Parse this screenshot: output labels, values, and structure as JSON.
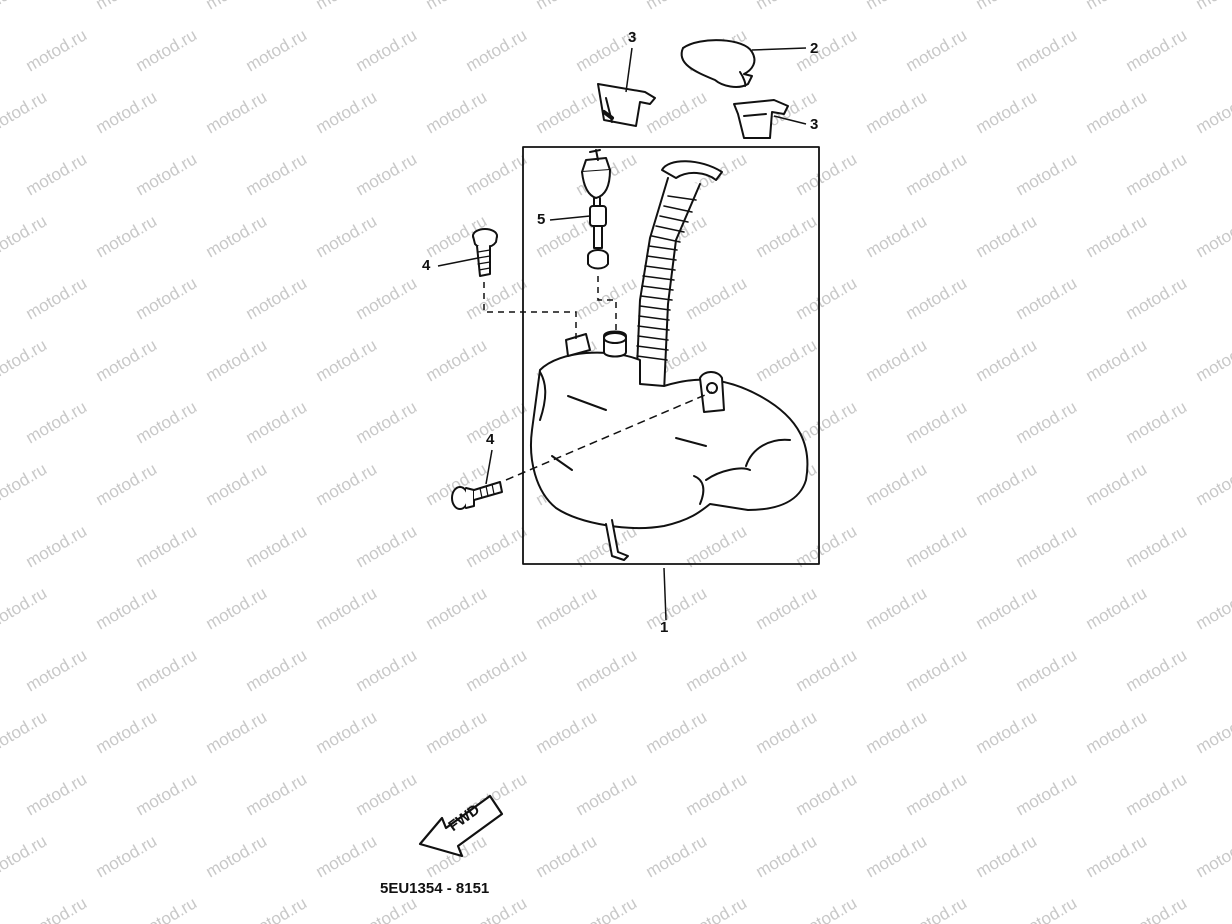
{
  "watermark": {
    "text": "motod.ru",
    "color": "#c8c8c8"
  },
  "diagram": {
    "callouts": [
      {
        "id": "c1",
        "number": "1"
      },
      {
        "id": "c2",
        "number": "2"
      },
      {
        "id": "c3a",
        "number": "3"
      },
      {
        "id": "c3b",
        "number": "3"
      },
      {
        "id": "c4a",
        "number": "4"
      },
      {
        "id": "c4b",
        "number": "4"
      },
      {
        "id": "c5",
        "number": "5"
      }
    ],
    "fwd_label": "FWD",
    "drawing_code": "5EU1354 - 8151",
    "line_color": "#111111"
  }
}
